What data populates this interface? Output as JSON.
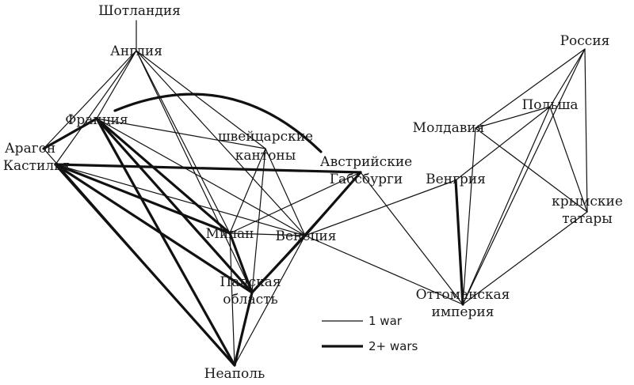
{
  "nodes": {
    "scotland": "Шотландия",
    "england": "Англия",
    "france": "Франция",
    "aragon": "Арагон",
    "castile": "Кастилья",
    "swiss_1": "швейцарские",
    "swiss_2": "кантоны",
    "austria_1": "Австрийские",
    "austria_2": "Габсбурги",
    "milan": "Милан",
    "venice": "Венеция",
    "papal_1": "Папская",
    "papal_2": "область",
    "naples": "Неаполь",
    "russia": "Россия",
    "poland": "Польша",
    "moldavia": "Молдавия",
    "hungary": "Венгрия",
    "tatars_1": "крымские",
    "tatars_2": "татары",
    "ottoman_1": "Оттоманская",
    "ottoman_2": "империя"
  },
  "legend": {
    "one_war": "1 war",
    "two_plus_wars": "2+ wars"
  },
  "edges": [
    {
      "from": "scotland",
      "to": "england",
      "wars": "1"
    },
    {
      "from": "england",
      "to": "aragon",
      "wars": "1"
    },
    {
      "from": "england",
      "to": "france",
      "wars": "1"
    },
    {
      "from": "england",
      "to": "castile",
      "wars": "1"
    },
    {
      "from": "england",
      "to": "swiss",
      "wars": "1"
    },
    {
      "from": "england",
      "to": "milan",
      "wars": "1"
    },
    {
      "from": "england",
      "to": "venice",
      "wars": "1"
    },
    {
      "from": "england",
      "to": "papal",
      "wars": "1"
    },
    {
      "from": "france",
      "to": "aragon",
      "wars": "2+"
    },
    {
      "from": "france",
      "to": "austria",
      "wars": "2+"
    },
    {
      "from": "france",
      "to": "swiss",
      "wars": "1"
    },
    {
      "from": "france",
      "to": "milan",
      "wars": "2+"
    },
    {
      "from": "france",
      "to": "venice",
      "wars": "1"
    },
    {
      "from": "france",
      "to": "papal",
      "wars": "2+"
    },
    {
      "from": "france",
      "to": "naples",
      "wars": "2+"
    },
    {
      "from": "castile",
      "to": "austria",
      "wars": "2+"
    },
    {
      "from": "castile",
      "to": "milan",
      "wars": "2+"
    },
    {
      "from": "castile",
      "to": "venice",
      "wars": "1"
    },
    {
      "from": "castile",
      "to": "papal",
      "wars": "2+"
    },
    {
      "from": "castile",
      "to": "naples",
      "wars": "2+"
    },
    {
      "from": "aragon",
      "to": "naples",
      "wars": "1"
    },
    {
      "from": "swiss",
      "to": "milan",
      "wars": "1"
    },
    {
      "from": "swiss",
      "to": "venice",
      "wars": "1"
    },
    {
      "from": "swiss",
      "to": "papal",
      "wars": "1"
    },
    {
      "from": "austria",
      "to": "milan",
      "wars": "1"
    },
    {
      "from": "austria",
      "to": "venice",
      "wars": "2+"
    },
    {
      "from": "austria",
      "to": "papal",
      "wars": "1"
    },
    {
      "from": "austria",
      "to": "ottoman",
      "wars": "1"
    },
    {
      "from": "milan",
      "to": "venice",
      "wars": "1"
    },
    {
      "from": "milan",
      "to": "papal",
      "wars": "2+"
    },
    {
      "from": "milan",
      "to": "naples",
      "wars": "1"
    },
    {
      "from": "venice",
      "to": "papal",
      "wars": "2+"
    },
    {
      "from": "venice",
      "to": "naples",
      "wars": "1"
    },
    {
      "from": "venice",
      "to": "ottoman",
      "wars": "1"
    },
    {
      "from": "venice",
      "to": "hungary",
      "wars": "1"
    },
    {
      "from": "papal",
      "to": "naples",
      "wars": "2+"
    },
    {
      "from": "russia",
      "to": "moldavia",
      "wars": "1"
    },
    {
      "from": "russia",
      "to": "poland",
      "wars": "1"
    },
    {
      "from": "russia",
      "to": "tatars",
      "wars": "1"
    },
    {
      "from": "russia",
      "to": "ottoman",
      "wars": "1"
    },
    {
      "from": "poland",
      "to": "moldavia",
      "wars": "1"
    },
    {
      "from": "poland",
      "to": "hungary",
      "wars": "1"
    },
    {
      "from": "poland",
      "to": "tatars",
      "wars": "1"
    },
    {
      "from": "poland",
      "to": "ottoman",
      "wars": "1"
    },
    {
      "from": "moldavia",
      "to": "tatars",
      "wars": "1"
    },
    {
      "from": "moldavia",
      "to": "ottoman",
      "wars": "1"
    },
    {
      "from": "hungary",
      "to": "ottoman",
      "wars": "2+"
    },
    {
      "from": "tatars",
      "to": "ottoman",
      "wars": "1"
    }
  ]
}
